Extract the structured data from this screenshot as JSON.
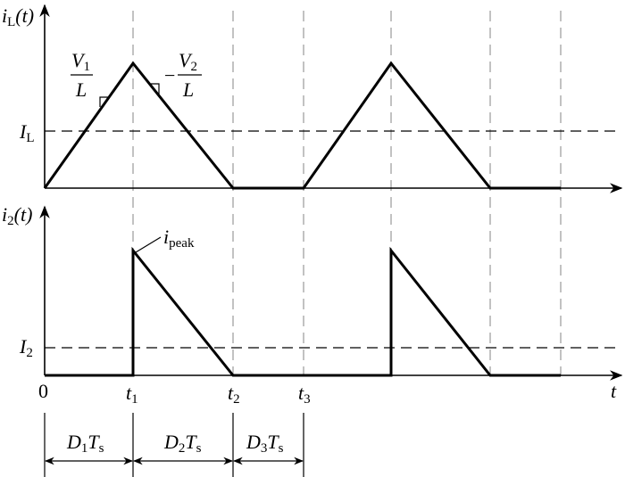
{
  "top_plot": {
    "ylabel_main": "i",
    "ylabel_sub": "L",
    "ylabel_arg": "(t)",
    "level_label_main": "I",
    "level_label_sub": "L",
    "rise_slope": {
      "num_main": "V",
      "num_sub": "1",
      "den": "L"
    },
    "fall_slope": {
      "sign": "−",
      "num_main": "V",
      "num_sub": "2",
      "den": "L"
    }
  },
  "bottom_plot": {
    "ylabel_main": "i",
    "ylabel_sub": "2",
    "ylabel_arg": "(t)",
    "level_label_main": "I",
    "level_label_sub": "2",
    "peak_label_main": "i",
    "peak_label_sub": "peak"
  },
  "time_axis": {
    "origin": "0",
    "ticks": [
      {
        "main": "t",
        "sub": "1"
      },
      {
        "main": "t",
        "sub": "2"
      },
      {
        "main": "t",
        "sub": "3"
      }
    ],
    "axis_label": "t"
  },
  "intervals": [
    {
      "d": "D",
      "d_sub": "1",
      "t": "T",
      "t_sub": "s"
    },
    {
      "d": "D",
      "d_sub": "2",
      "t": "T",
      "t_sub": "s"
    },
    {
      "d": "D",
      "d_sub": "3",
      "t": "T",
      "t_sub": "s"
    }
  ]
}
